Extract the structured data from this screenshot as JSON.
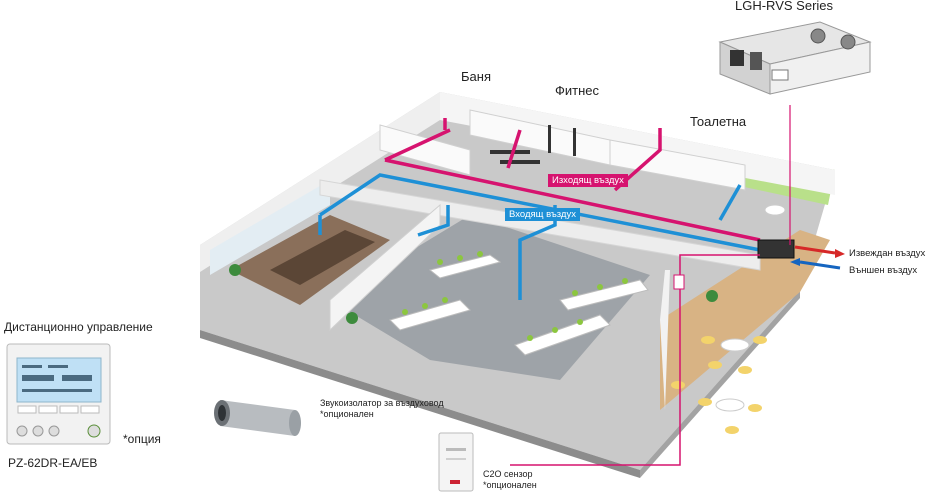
{
  "product": {
    "series_label": "LGH-RVS Series"
  },
  "rooms": {
    "bath": "Баня",
    "fitness": "Фитнес",
    "toilet": "Тоалетна"
  },
  "airflow": {
    "exhaust_label": "Изходящ въздух",
    "supply_label": "Входящ въздух",
    "extracted_label": "Извеждан въздух",
    "outdoor_label": "Външен въздух",
    "colors": {
      "exhaust": "#d6136f",
      "supply": "#1e90d6",
      "outdoor_extracted": "#d62828",
      "outdoor_intake": "#1565c0"
    }
  },
  "remote": {
    "title": "Дистанционно управление",
    "option_note": "*опция",
    "model": "PZ-62DR-EA/EB"
  },
  "silencer": {
    "label": "Звукоизолатор за въздуховод",
    "note": "*опционален"
  },
  "co2": {
    "label": "C2O сензор",
    "note": "*опционален"
  }
}
